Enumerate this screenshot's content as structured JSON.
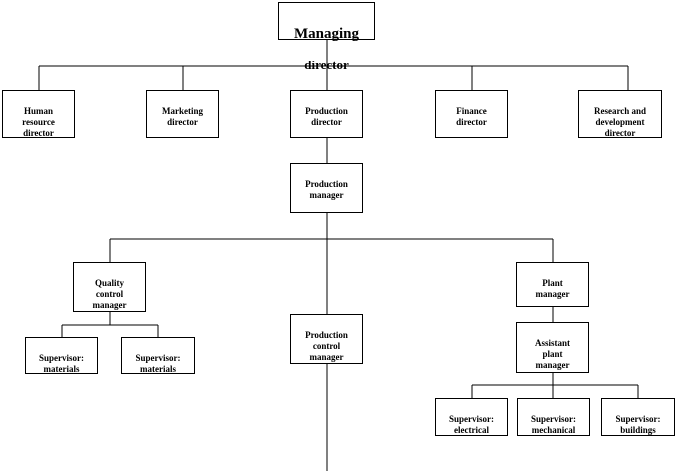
{
  "chart": {
    "root": {
      "label": "Managing",
      "label_cut": "director"
    },
    "directors": [
      {
        "key": "hr",
        "label": "Human\nresource\ndirector"
      },
      {
        "key": "marketing",
        "label": "Marketing\ndirector"
      },
      {
        "key": "production",
        "label": "Production\ndirector"
      },
      {
        "key": "finance",
        "label": "Finance\ndirector"
      },
      {
        "key": "rnd",
        "label": "Research and\ndevelopment\ndirector"
      }
    ],
    "production_manager": {
      "label": "Production\nmanager"
    },
    "quality_control_manager": {
      "label": "Quality\ncontrol\nmanager"
    },
    "production_control_manager": {
      "label": "Production\ncontrol\nmanager"
    },
    "plant_manager": {
      "label": "Plant\nmanager"
    },
    "assistant_plant_manager": {
      "label": "Assistant\nplant\nmanager"
    },
    "supervisors_quality": [
      {
        "key": "materials-1",
        "label": "Supervisor:\nmaterials"
      },
      {
        "key": "materials-2",
        "label": "Supervisor:\nmaterials"
      }
    ],
    "supervisors_plant": [
      {
        "key": "electrical",
        "label": "Supervisor:\nelectrical"
      },
      {
        "key": "mechanical",
        "label": "Supervisor:\nmechanical"
      },
      {
        "key": "buildings",
        "label": "Supervisor:\nbuildings"
      }
    ]
  }
}
